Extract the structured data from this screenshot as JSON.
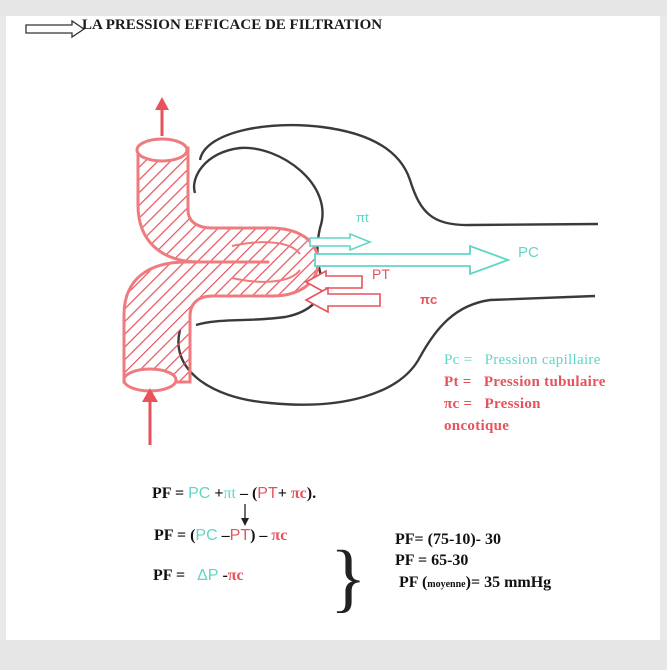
{
  "title": "LA PRESSION EFFICACE  DE FILTRATION",
  "colors": {
    "capillary": "#ef7b7f",
    "tubular": "#e8525a",
    "teal": "#5fd6c6",
    "outline": "#3a3a3a",
    "text": "#111111"
  },
  "diagram_labels": {
    "pi_t": "πt",
    "pc": "PC",
    "pt": "PT",
    "pi_c": "πc"
  },
  "legend": {
    "pc_sym": "Pc =",
    "pc_desc": "Pression capillaire",
    "pt_sym": "Pt  =",
    "pt_desc": "Pression tubulaire",
    "pic_sym": "πc =",
    "pic_desc": "Pression",
    "pic_desc2": "oncotique"
  },
  "equations": {
    "eq1": {
      "lhs": "PF = ",
      "pc": "PC",
      "plus": " +",
      "pit": "πt",
      "minus": " – (",
      "pt": "PT",
      "plus2": "+ ",
      "pic": "πc",
      "end": ")."
    },
    "arrow": "↓",
    "eq2": {
      "lhs": "PF = (",
      "pc": "PC",
      "minus": " –",
      "pt": "PT",
      "end": ") – ",
      "pic": "πc"
    },
    "eq3": {
      "lhs": "PF = ",
      "dp": "ΔP",
      "minus": " -",
      "pic": "πc"
    },
    "brace": "}",
    "calc1": "PF= (75-10)- 30",
    "calc2": "PF = 65-30",
    "calc3_a": "PF (",
    "calc3_b": "moyenne",
    "calc3_c": ")= 35 mmHg"
  }
}
